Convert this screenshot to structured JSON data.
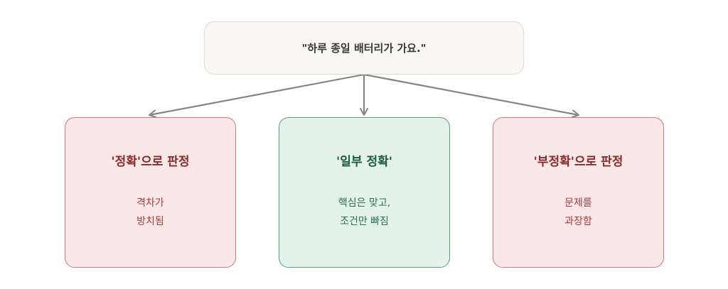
{
  "quote": "\"하루 종일 배터리가 가요.\"",
  "verdicts": [
    {
      "title": "'정확'으로 판정",
      "lines": [
        "격차가",
        "방치됨"
      ],
      "tone": "red"
    },
    {
      "title": "'일부 정확'",
      "lines": [
        "핵심은 맞고,",
        "조건만 빠짐"
      ],
      "tone": "green"
    },
    {
      "title": "'부정확'으로 판정",
      "lines": [
        "문제를",
        "과장함"
      ],
      "tone": "red"
    }
  ],
  "colors": {
    "red_fill": "#fae8e8",
    "red_border": "#c9787a",
    "red_text": "#8a2a2a",
    "green_fill": "#e3f2ea",
    "green_border": "#5f9a7b",
    "green_text": "#1f5a3f",
    "arrow": "#858585"
  }
}
